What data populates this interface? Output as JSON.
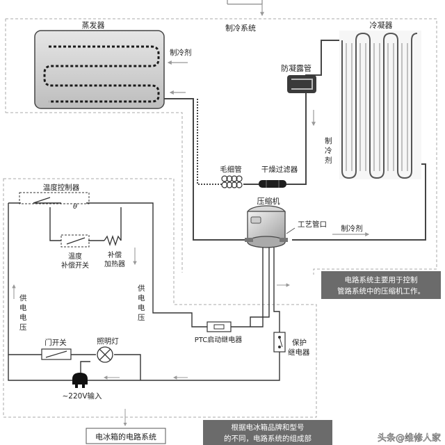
{
  "refrigeration": {
    "system_title": "制冷系统",
    "evaporator": "蒸发器",
    "condenser": "冷凝器",
    "anti_condensation_pipe": "防凝露管",
    "refrigerant_1": "制冷剂",
    "refrigerant_vertical": [
      "制",
      "冷",
      "剂"
    ],
    "refrigerant_2": "制冷剂",
    "capillary_tube": "毛细管",
    "dryer_filter": "干燥过滤器",
    "compressor": "压缩机",
    "process_port": "工艺管口"
  },
  "circuit": {
    "thermostat": "温度控制器",
    "theta_symbol": "θ",
    "temp_comp_switch": [
      "温度",
      "补偿开关"
    ],
    "comp_heater": [
      "补偿",
      "加热器"
    ],
    "supply_voltage_left": [
      "供",
      "电",
      "电",
      "压"
    ],
    "supply_voltage_mid": [
      "供",
      "电",
      "电",
      "压"
    ],
    "door_switch": "门开关",
    "lamp": "照明灯",
    "ptc_relay": "PTC启动继电器",
    "protection_relay": [
      "保护",
      "继电器"
    ],
    "power_input": "~220V输入",
    "system_title": "电冰箱的电路系统"
  },
  "notes": {
    "compressor_note": [
      "电路系统主要用于控制",
      "管路系统中的压缩机工作。"
    ],
    "circuit_note": [
      "根据电冰箱品牌和型号",
      "的不同，电路系统的组成部"
    ]
  },
  "watermark": "头条@维修人家",
  "colors": {
    "note_box": "#6b6b6b",
    "line": "#333333",
    "dashed": "#9a9a9a",
    "pipe": "#444444"
  }
}
